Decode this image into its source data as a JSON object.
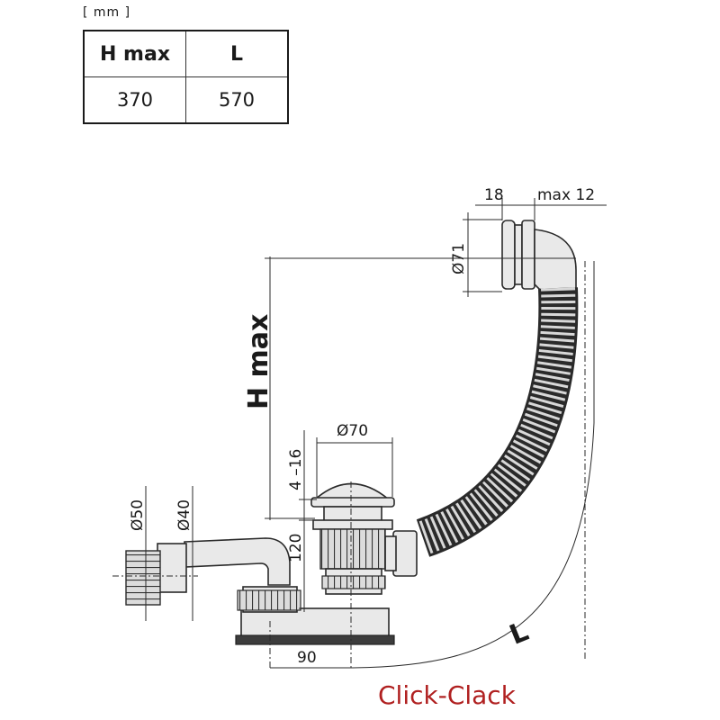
{
  "unit": "[ mm ]",
  "table": {
    "headers": [
      "H max",
      "L"
    ],
    "values": [
      "370",
      "570"
    ]
  },
  "dims": {
    "d18": "18",
    "max12": "max 12",
    "d71": "Ø71",
    "hmax": "H max",
    "d70": "Ø70",
    "r416": "4 –16",
    "d120": "120",
    "d50": "Ø50",
    "d40": "Ø40",
    "d90": "90",
    "L": "L"
  },
  "brand": "Click-Clack",
  "colors": {
    "brand": "#b02020",
    "line": "#2a2a2a"
  }
}
